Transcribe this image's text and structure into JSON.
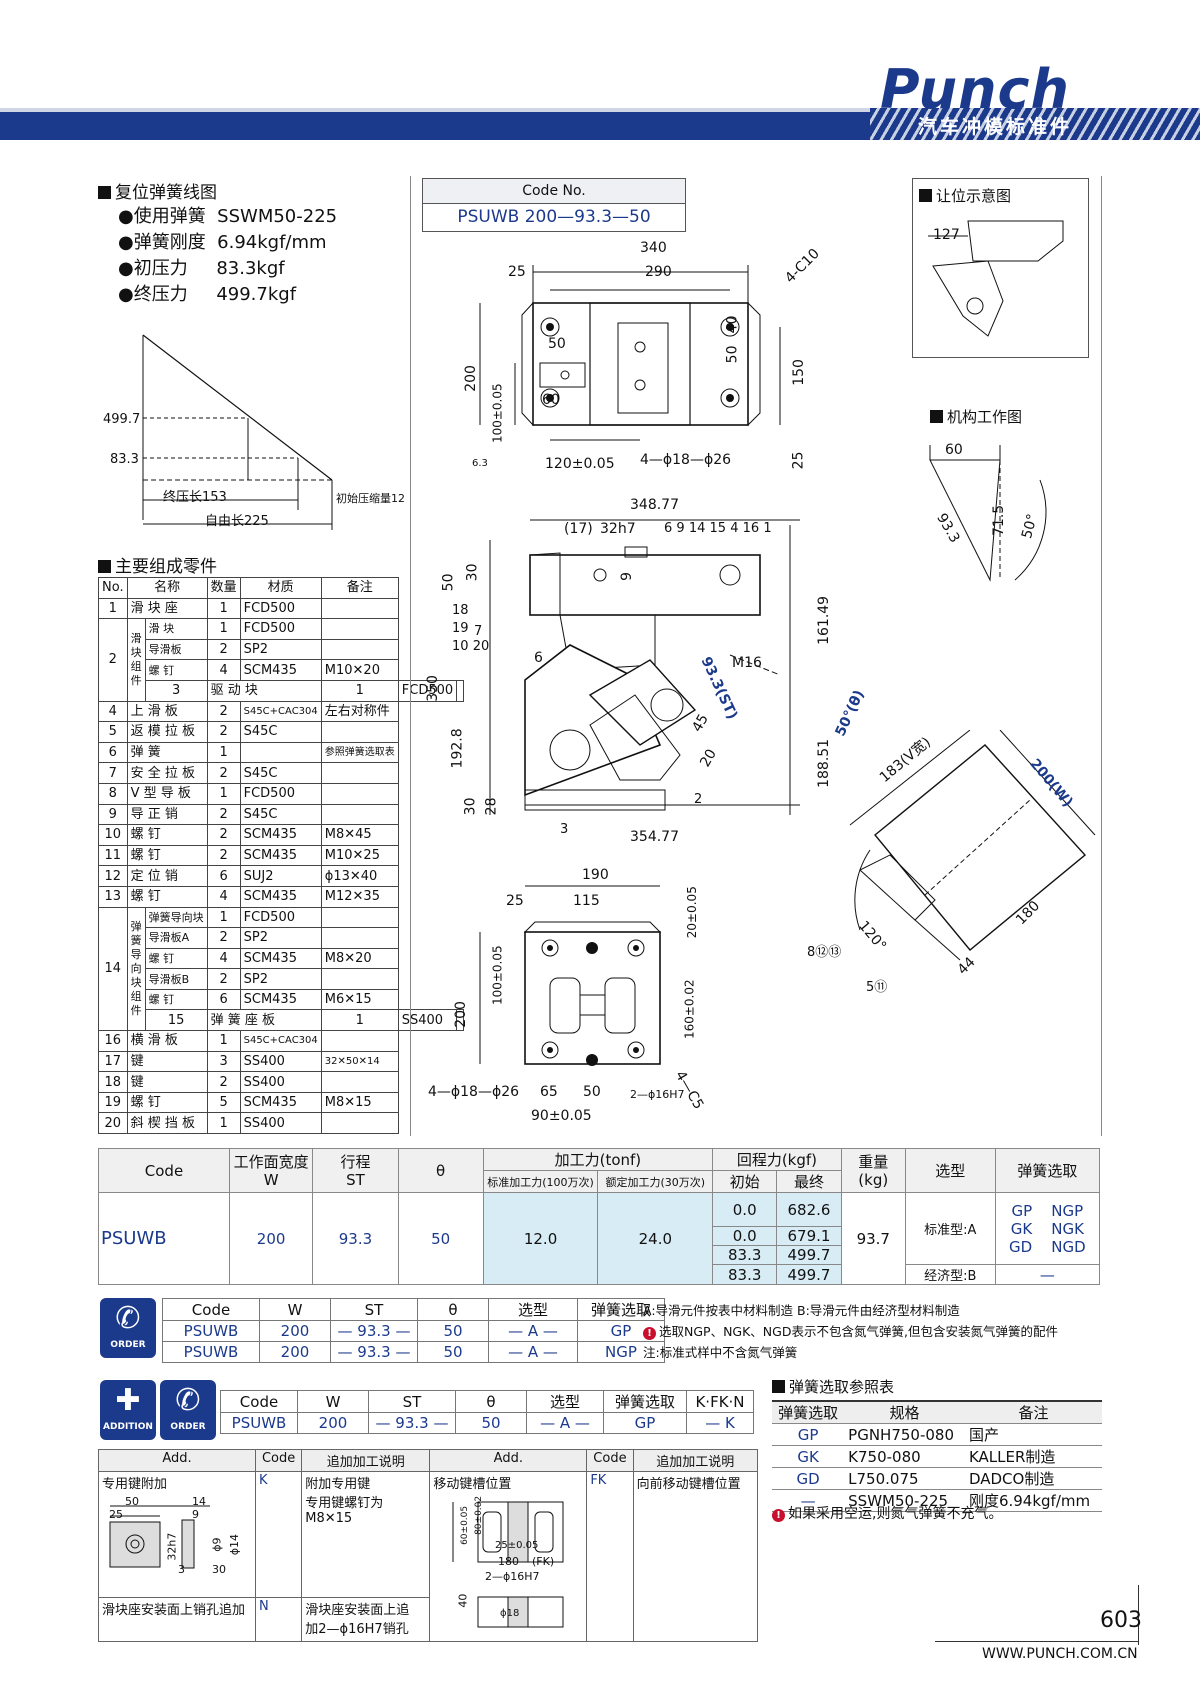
{
  "brand": {
    "logo": "Punch",
    "subtitle": "汽车冲模标准件"
  },
  "spring_curve": {
    "title": "复位弹簧线图",
    "specs": [
      {
        "label": "使用弹簧",
        "value": "SSWM50-225"
      },
      {
        "label": "弹簧刚度",
        "value": "6.94kgf/mm"
      },
      {
        "label": "初压力",
        "value": "83.3kgf"
      },
      {
        "label": "终压力",
        "value": "499.7kgf"
      }
    ],
    "y_ticks": [
      "499.7",
      "83.3"
    ],
    "labels": {
      "final": "终压长153",
      "initial": "初始压缩量12",
      "free": "自由长225"
    }
  },
  "parts": {
    "title": "主要组成零件",
    "headers": [
      "No.",
      "名称",
      "数量",
      "材质",
      "备注"
    ],
    "rows": [
      [
        "1",
        "滑 块 座",
        "",
        "1",
        "FCD500",
        ""
      ],
      [
        "2",
        "滑块组件",
        "滑 块",
        "1",
        "FCD500",
        ""
      ],
      [
        "",
        "",
        "导滑板",
        "2",
        "SP2",
        ""
      ],
      [
        "",
        "",
        "螺 钉",
        "4",
        "SCM435",
        "M10✕20"
      ],
      [
        "3",
        "驱 动 块",
        "",
        "1",
        "FCD500",
        ""
      ],
      [
        "4",
        "上 滑 板",
        "",
        "2",
        "S45C+CAC304",
        "左右对称件"
      ],
      [
        "5",
        "返 模 拉 板",
        "",
        "2",
        "S45C",
        ""
      ],
      [
        "6",
        "弹 簧",
        "",
        "1",
        "",
        "参照弹簧选取表"
      ],
      [
        "7",
        "安 全 拉 板",
        "",
        "2",
        "S45C",
        ""
      ],
      [
        "8",
        "V 型 导 板",
        "",
        "1",
        "FCD500",
        ""
      ],
      [
        "9",
        "导 正 销",
        "",
        "2",
        "S45C",
        ""
      ],
      [
        "10",
        "螺 钉",
        "",
        "2",
        "SCM435",
        "M8✕45"
      ],
      [
        "11",
        "螺 钉",
        "",
        "2",
        "SCM435",
        "M10✕25"
      ],
      [
        "12",
        "定 位 销",
        "",
        "6",
        "SUJ2",
        "ϕ13✕40"
      ],
      [
        "13",
        "螺 钉",
        "",
        "4",
        "SCM435",
        "M12✕35"
      ],
      [
        "14",
        "弹簧导向块组件",
        "弹簧导向块",
        "1",
        "FCD500",
        ""
      ],
      [
        "",
        "",
        "导滑板A",
        "2",
        "SP2",
        ""
      ],
      [
        "",
        "",
        "螺 钉",
        "4",
        "SCM435",
        "M8✕20"
      ],
      [
        "",
        "",
        "导滑板B",
        "2",
        "SP2",
        ""
      ],
      [
        "",
        "",
        "螺 钉",
        "6",
        "SCM435",
        "M6✕15"
      ],
      [
        "15",
        "弹 簧 座 板",
        "",
        "1",
        "SS400",
        ""
      ],
      [
        "16",
        "横 滑 板",
        "",
        "1",
        "S45C+CAC304",
        ""
      ],
      [
        "17",
        "键",
        "",
        "3",
        "SS400",
        "32✕50✕14"
      ],
      [
        "18",
        "键",
        "",
        "2",
        "SS400",
        ""
      ],
      [
        "19",
        "螺 钉",
        "",
        "5",
        "SCM435",
        "M8✕15"
      ],
      [
        "20",
        "斜 楔 挡 板",
        "",
        "1",
        "SS400",
        ""
      ]
    ]
  },
  "drawing": {
    "code_header": "Code No.",
    "code_value": "PSUWB 200—93.3—50",
    "dims_top": [
      "340",
      "290",
      "25",
      "4-C10",
      "50",
      "40",
      "50",
      "60",
      "200",
      "100±0.05",
      "150",
      "25",
      "120±0.05",
      "4—ϕ18—ϕ26",
      "6.3"
    ],
    "dims_side": [
      "348.77",
      "32h7",
      "50",
      "30",
      "9",
      "6",
      "350",
      "161.49",
      "192.8",
      "188.51",
      "30",
      "28",
      "354.77",
      "M16",
      "93.3(ST)",
      "50°(θ)",
      "45",
      "20"
    ],
    "dims_bottom": [
      "190",
      "115",
      "25",
      "20±0.05",
      "100±0.05",
      "200",
      "160±0.02",
      "4—ϕ18—ϕ26",
      "65",
      "50",
      "2—ϕ16H7",
      "90±0.05",
      "4—C5"
    ],
    "balloons_top": [
      "17",
      "6",
      "9",
      "14",
      "15",
      "4",
      "16",
      "1"
    ],
    "balloons_left": [
      "18",
      "19",
      "7",
      "10",
      "20"
    ],
    "balloon_3": "3",
    "balloon_2": "2"
  },
  "clearance": {
    "title": "让位示意图",
    "dim": "127"
  },
  "mechanism": {
    "title": "机构工作图",
    "dims": [
      "60",
      "93.3",
      "71.5",
      "50°"
    ]
  },
  "vguide": {
    "dims": [
      "183(V宽)",
      "200(W)",
      "180",
      "44",
      "120°"
    ],
    "balloons": [
      "8⑫⑬",
      "5⑪"
    ]
  },
  "spec_table": {
    "headers": {
      "code": "Code",
      "w": "工作面宽度\nW",
      "st": "行程\nST",
      "theta": "θ",
      "force": "加工力(tonf)",
      "std": "标准加工力(100万次)",
      "rated": "额定加工力(30万次)",
      "ret": "回程力(kgf)",
      "init": "初始",
      "final": "最终",
      "weight": "重量\n(kg)",
      "type": "选型",
      "spring": "弹簧选取"
    },
    "row": {
      "code": "PSUWB",
      "w": "200",
      "st": "93.3",
      "theta": "50",
      "std": "12.0",
      "rated": "24.0",
      "weight": "93.7"
    },
    "return": [
      [
        "0.0",
        "682.6"
      ],
      [
        "0.0",
        "679.1"
      ],
      [
        "83.3",
        "499.7"
      ],
      [
        "83.3",
        "499.7"
      ]
    ],
    "types": [
      "标准型:A",
      "经济型:B"
    ],
    "springs": [
      [
        "GP",
        "NGP"
      ],
      [
        "GK",
        "NGK"
      ],
      [
        "GD",
        "NGD"
      ],
      [
        "—",
        ""
      ],
      [
        "—",
        ""
      ]
    ]
  },
  "order": {
    "badge": "ORDER",
    "headers": [
      "Code",
      "W",
      "ST",
      "θ",
      "选型",
      "弹簧选取"
    ],
    "rows": [
      [
        "PSUWB",
        "200",
        "93.3",
        "50",
        "A",
        "GP"
      ],
      [
        "PSUWB",
        "200",
        "93.3",
        "50",
        "A",
        "NGP"
      ]
    ],
    "notes": [
      "A:导滑元件按表中材料制造 B:导滑元件由经济型材料制造",
      "选取NGP、NGK、NGD表示不包含氮气弹簧,但包含安装氮气弹簧的配件",
      "注:标准式样中不含氮气弹簧"
    ]
  },
  "addition": {
    "badge1": "ADDITION",
    "badge2": "ORDER",
    "headers": [
      "Code",
      "W",
      "ST",
      "θ",
      "选型",
      "弹簧选取",
      "K·FK·N"
    ],
    "row": [
      "PSUWB",
      "200",
      "93.3",
      "50",
      "A",
      "GP",
      "K"
    ]
  },
  "gas_table": {
    "title": "弹簧选取参照表",
    "headers": [
      "弹簧选取",
      "规格",
      "备注"
    ],
    "rows": [
      [
        "GP",
        "PGNH750-080",
        "国产"
      ],
      [
        "GK",
        "K750-080",
        "KALLER制造"
      ],
      [
        "GD",
        "L750.075",
        "DADCO制造"
      ],
      [
        "—",
        "SSWM50-225",
        "刚度6.94kgf/mm"
      ]
    ],
    "note": "如果采用空运,则氮气弹簧不充气。"
  },
  "add_table": {
    "headers": [
      "Add.",
      "Code",
      "追加加工说明",
      "Add.",
      "Code",
      "追加加工说明"
    ],
    "r1": [
      "专用键附加",
      "K",
      "附加专用键\n专用键螺钉为\nM8✕15",
      "移动键槽位置",
      "FK",
      "向前移动键槽位置"
    ],
    "r2": [
      "滑块座安装面上销孔追加",
      "N",
      "滑块座安装面上追\n加2—ϕ16H7销孔"
    ],
    "dims_k": [
      "50",
      "14",
      "25",
      "9",
      "32h7",
      "ϕ9",
      "ϕ14",
      "3",
      "30"
    ],
    "dims_fk": [
      "60±0.05",
      "80±0.02",
      "25±0.05",
      "180",
      "(FK)",
      "2—ϕ16H7",
      "40",
      "ϕ18"
    ]
  },
  "footer": {
    "page": "603",
    "url": "WWW.PUNCH.COM.CN"
  }
}
